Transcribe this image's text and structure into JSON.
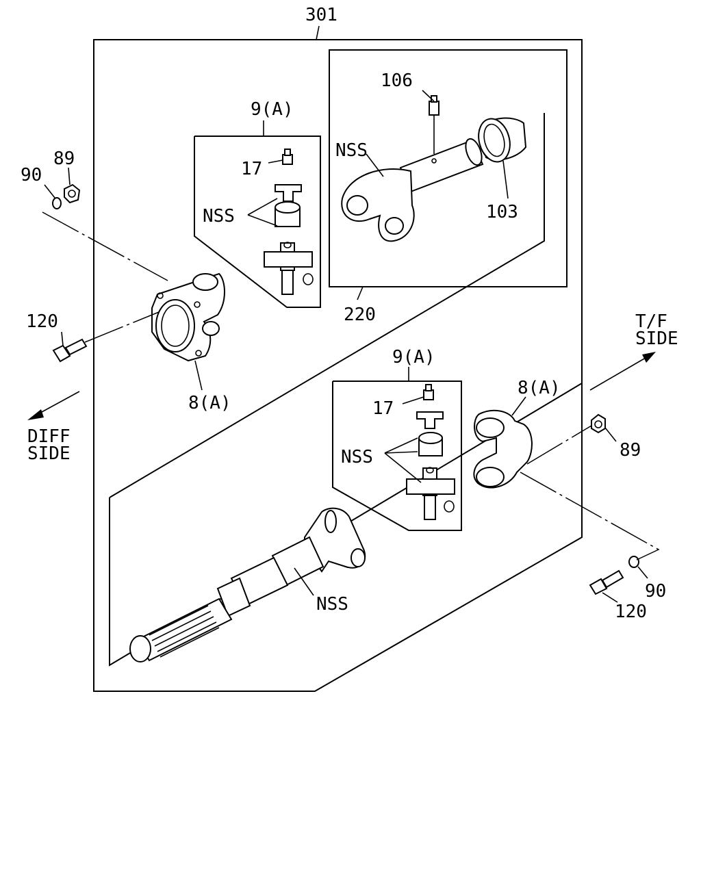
{
  "assembly": {
    "number": "301"
  },
  "subassemblies": {
    "slip_yoke_box": {
      "number": "220"
    },
    "ujoint_box_upper": {
      "number": "9(A)"
    },
    "ujoint_box_lower": {
      "number": "9(A)"
    }
  },
  "callouts": {
    "c106": "106",
    "c103": "103",
    "c17_upper": "17",
    "c17_lower": "17",
    "nss_upper_ujoint": "NSS",
    "nss_lower_ujoint": "NSS",
    "nss_slip_yoke": "NSS",
    "nss_shaft": "NSS",
    "c89_left": "89",
    "c90_left": "90",
    "c89_right": "89",
    "c90_right": "90",
    "c120_left": "120",
    "c120_right": "120",
    "c8a_left": "8(A)",
    "c8a_right": "8(A)"
  },
  "directions": {
    "tf_side_line1": "T/F",
    "tf_side_line2": "SIDE",
    "diff_side_line1": "DIFF",
    "diff_side_line2": "SIDE"
  }
}
